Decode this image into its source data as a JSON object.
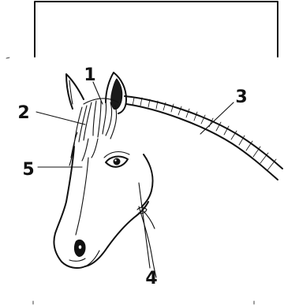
{
  "answer_box": {
    "text": ""
  },
  "callouts": [
    {
      "id": "1",
      "text": "1"
    },
    {
      "id": "2",
      "text": "2"
    },
    {
      "id": "3",
      "text": "3"
    },
    {
      "id": "4",
      "text": "4"
    },
    {
      "id": "5",
      "text": "5"
    }
  ],
  "colors": {
    "ink": "#111111",
    "paper": "#ffffff"
  }
}
